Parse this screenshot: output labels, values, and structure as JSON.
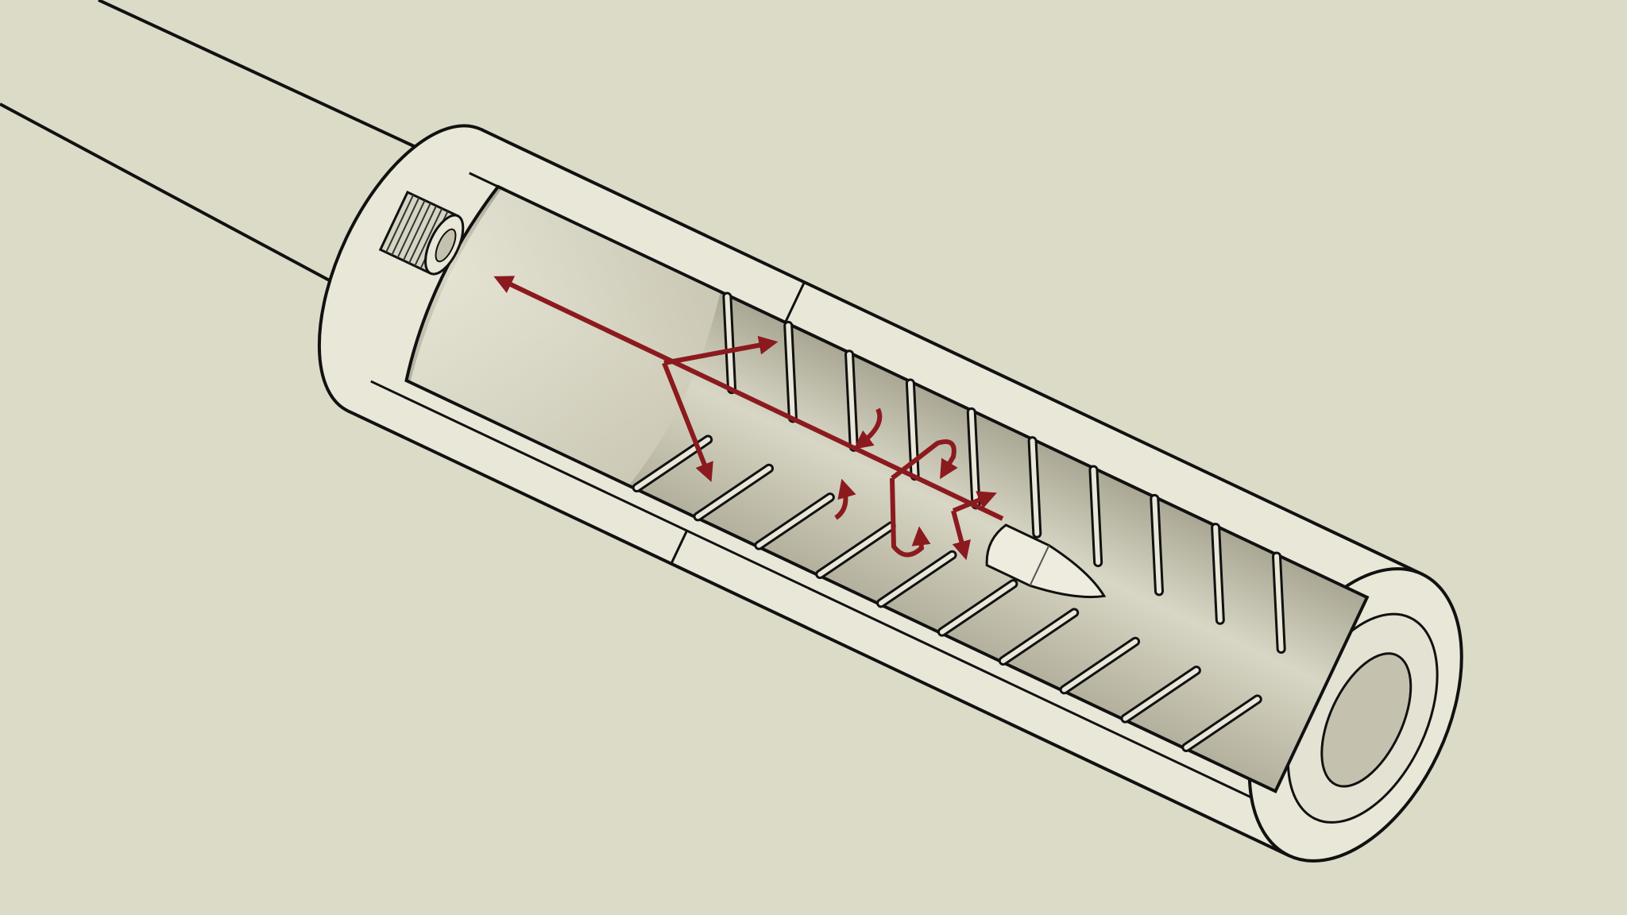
{
  "colors": {
    "background": "#dcdbc7",
    "tube": "#e9e7d8",
    "interior": "#c4c2ae",
    "interior_light": "#e4e2d2",
    "outline": "#111111",
    "gas_flow_arrows": "#8b1a1f"
  },
  "icons": [
    "suppressor-cutaway",
    "barrel",
    "bullet",
    "baffle",
    "gas-flow-arrow"
  ]
}
